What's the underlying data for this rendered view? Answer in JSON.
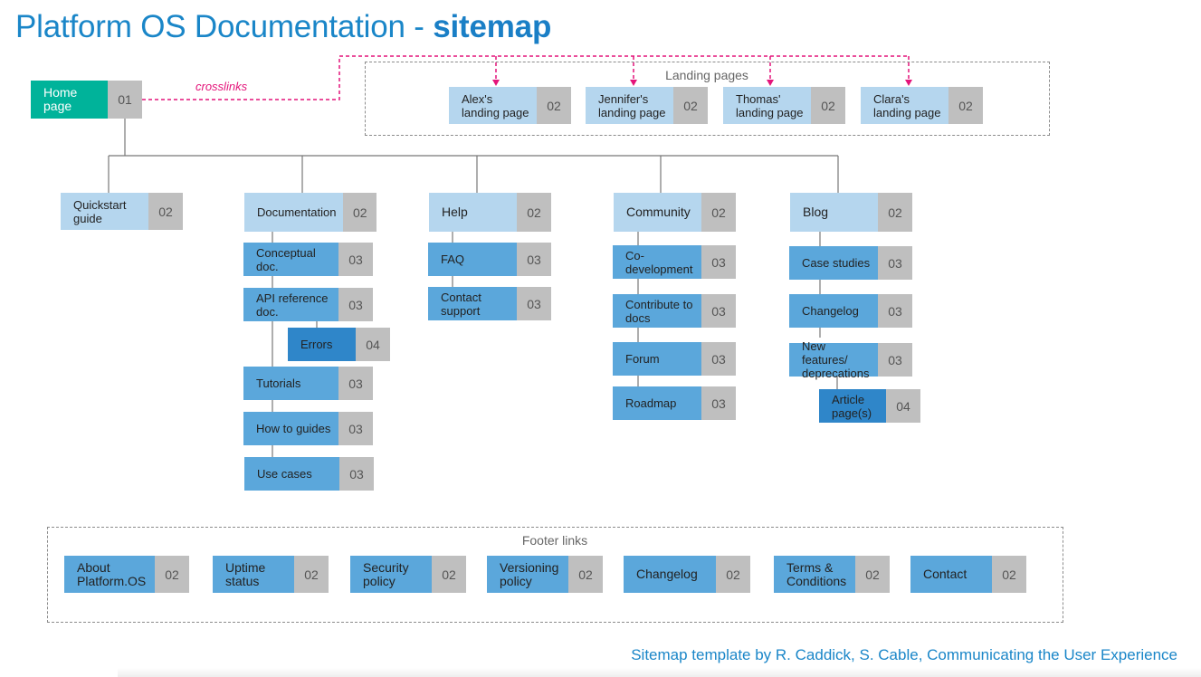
{
  "title": {
    "prefix": "Platform OS Documentation - ",
    "emphasis": "sitemap"
  },
  "crosslinks_label": "crosslinks",
  "home": {
    "label": "Home\npage",
    "number": "01"
  },
  "landing_pages": {
    "label": "Landing pages",
    "items": [
      {
        "label": "Alex's\nlanding page",
        "number": "02"
      },
      {
        "label": "Jennifer's\nlanding page",
        "number": "02"
      },
      {
        "label": "Thomas'\nlanding page",
        "number": "02"
      },
      {
        "label": "Clara's\nlanding page",
        "number": "02"
      }
    ]
  },
  "sections": [
    {
      "label": "Quickstart\nguide",
      "number": "02",
      "children": []
    },
    {
      "label": "Documentation",
      "number": "02",
      "children": [
        {
          "label": "Conceptual\ndoc.",
          "number": "03"
        },
        {
          "label": "API reference\ndoc.",
          "number": "03"
        },
        {
          "label": "Errors",
          "number": "04"
        },
        {
          "label": "Tutorials",
          "number": "03"
        },
        {
          "label": "How to guides",
          "number": "03"
        },
        {
          "label": "Use cases",
          "number": "03"
        }
      ]
    },
    {
      "label": "Help",
      "number": "02",
      "children": [
        {
          "label": "FAQ",
          "number": "03"
        },
        {
          "label": "Contact\nsupport",
          "number": "03"
        }
      ]
    },
    {
      "label": "Community",
      "number": "02",
      "children": [
        {
          "label": "Co-\ndevelopment",
          "number": "03"
        },
        {
          "label": "Contribute to\ndocs",
          "number": "03"
        },
        {
          "label": "Forum",
          "number": "03"
        },
        {
          "label": "Roadmap",
          "number": "03"
        }
      ]
    },
    {
      "label": "Blog",
      "number": "02",
      "children": [
        {
          "label": "Case studies",
          "number": "03"
        },
        {
          "label": "Changelog",
          "number": "03"
        },
        {
          "label": "New features/\ndeprecations",
          "number": "03"
        },
        {
          "label": "Article\npage(s)",
          "number": "04"
        }
      ]
    }
  ],
  "footer_links": {
    "label": "Footer links",
    "items": [
      {
        "label": "About\nPlatform.OS",
        "number": "02"
      },
      {
        "label": "Uptime\nstatus",
        "number": "02"
      },
      {
        "label": "Security\npolicy",
        "number": "02"
      },
      {
        "label": "Versioning\npolicy",
        "number": "02"
      },
      {
        "label": "Changelog",
        "number": "02"
      },
      {
        "label": "Terms &\nConditions",
        "number": "02"
      },
      {
        "label": "Contact",
        "number": "02"
      }
    ]
  },
  "credit": "Sitemap template by R. Caddick, S. Cable, Communicating the User Experience",
  "colors": {
    "home": "#00b39a",
    "level2": "#b5d6ee",
    "level3": "#5ba7db",
    "level4": "#2f86c9",
    "number_box": "#bfbfbf",
    "crosslink": "#e4147a",
    "title": "#1a86c8"
  }
}
